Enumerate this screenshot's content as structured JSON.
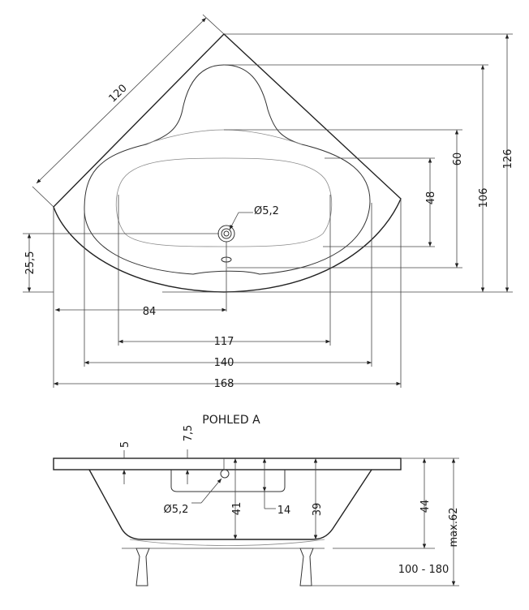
{
  "top_view": {
    "dims": {
      "d120": "120",
      "d126": "126",
      "d106": "106",
      "d60": "60",
      "d48": "48",
      "d25_5": "25,5",
      "drain": "Ø5,2",
      "d84": "84",
      "d117": "117",
      "d140": "140",
      "d168": "168"
    }
  },
  "side_view": {
    "title": "POHLED A",
    "dims": {
      "d5": "5",
      "d7_5": "7,5",
      "drain": "Ø5,2",
      "d41": "41",
      "d14": "14",
      "d39": "39",
      "d44": "44",
      "max62": "max.62",
      "legs": "100 - 180"
    }
  }
}
